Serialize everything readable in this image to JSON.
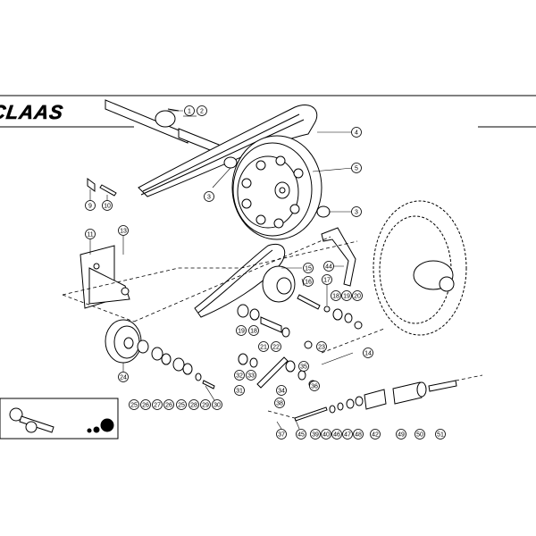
{
  "brand": {
    "name": "CLAAS"
  },
  "callouts": [
    {
      "id": "c1",
      "label": "1"
    },
    {
      "id": "c2",
      "label": "2"
    },
    {
      "id": "c3a",
      "label": "3"
    },
    {
      "id": "c3b",
      "label": "3"
    },
    {
      "id": "c4",
      "label": "4"
    },
    {
      "id": "c5",
      "label": "5"
    },
    {
      "id": "c9",
      "label": "9"
    },
    {
      "id": "c10",
      "label": "10"
    },
    {
      "id": "c11",
      "label": "11"
    },
    {
      "id": "c13",
      "label": "13"
    },
    {
      "id": "c14",
      "label": "14"
    },
    {
      "id": "c15",
      "label": "15"
    },
    {
      "id": "c16",
      "label": "16"
    },
    {
      "id": "c17",
      "label": "17"
    },
    {
      "id": "c18a",
      "label": "18"
    },
    {
      "id": "c18b",
      "label": "18"
    },
    {
      "id": "c19a",
      "label": "19"
    },
    {
      "id": "c19b",
      "label": "19"
    },
    {
      "id": "c20",
      "label": "20"
    },
    {
      "id": "c21",
      "label": "21"
    },
    {
      "id": "c22",
      "label": "22"
    },
    {
      "id": "c23",
      "label": "23"
    },
    {
      "id": "c24",
      "label": "24"
    },
    {
      "id": "c25a",
      "label": "25"
    },
    {
      "id": "c25b",
      "label": "25"
    },
    {
      "id": "c26a",
      "label": "26"
    },
    {
      "id": "c26b",
      "label": "26"
    },
    {
      "id": "c27",
      "label": "27"
    },
    {
      "id": "c28",
      "label": "28"
    },
    {
      "id": "c29",
      "label": "29"
    },
    {
      "id": "c30",
      "label": "30"
    },
    {
      "id": "c31",
      "label": "31"
    },
    {
      "id": "c32",
      "label": "32"
    },
    {
      "id": "c33",
      "label": "33"
    },
    {
      "id": "c34",
      "label": "34"
    },
    {
      "id": "c35",
      "label": "35"
    },
    {
      "id": "c36",
      "label": "36"
    },
    {
      "id": "c37",
      "label": "37"
    },
    {
      "id": "c38",
      "label": "38"
    },
    {
      "id": "c39",
      "label": "39"
    },
    {
      "id": "c40",
      "label": "40"
    },
    {
      "id": "c42",
      "label": "42"
    },
    {
      "id": "c44",
      "label": "44"
    },
    {
      "id": "c45",
      "label": "45"
    },
    {
      "id": "c46",
      "label": "46"
    },
    {
      "id": "c47",
      "label": "47"
    },
    {
      "id": "c48",
      "label": "48"
    },
    {
      "id": "c49",
      "label": "49"
    },
    {
      "id": "c50",
      "label": "50"
    },
    {
      "id": "c51",
      "label": "51"
    }
  ]
}
